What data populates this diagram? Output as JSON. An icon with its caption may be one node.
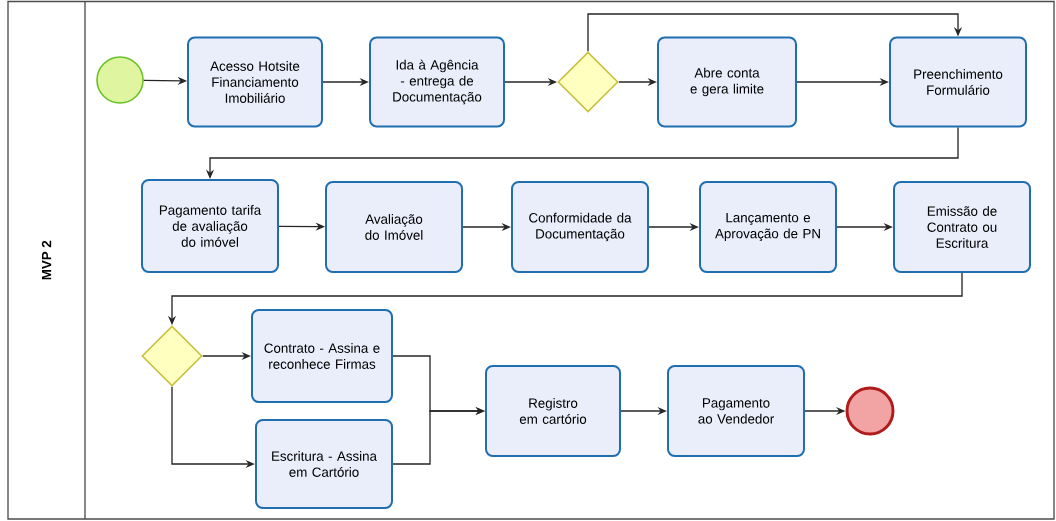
{
  "diagram": {
    "nodes": [
      {
        "text": [
          "MVP 2"
        ]
      },
      {
        "text": [],
        "shape": "circle",
        "in": 0
      },
      {
        "text": [
          "Acesso Hotsite Financiamento Imobiliário"
        ],
        "in": 0
      },
      {
        "text": [
          "Ida à Agência - entrega de Documentação"
        ],
        "in": 0
      },
      {
        "text": [],
        "shape": "diamond",
        "in": 0
      },
      {
        "text": [
          "Abre conta e gera limite"
        ],
        "in": 0
      },
      {
        "text": [
          "Preenchimento Formulário"
        ],
        "in": 0
      },
      {
        "text": [
          "Pagamento tarifa de avaliação do imóvel"
        ],
        "in": 0
      },
      {
        "text": [
          "Avaliação do Imóvel"
        ],
        "in": 0
      },
      {
        "text": [
          "Conformidade da Documentação"
        ],
        "in": 0
      },
      {
        "text": [
          "Lançamento e Aprovação de PN"
        ],
        "in": 0
      },
      {
        "text": [
          "Emissão de Contrato ou Escritura"
        ],
        "in": 0
      },
      {
        "text": [],
        "shape": "diamond",
        "in": 0
      },
      {
        "text": [
          "Contrato - Assina e reconhece Firmas"
        ],
        "in": 0
      },
      {
        "text": [
          "Escritura - Assina em Cartório"
        ],
        "in": 0
      },
      {
        "text": [
          "Registro em cartório"
        ],
        "in": 0
      },
      {
        "text": [
          "Pagamento ao Vendedor"
        ],
        "in": 0
      },
      {
        "text": [],
        "shape": "circle",
        "in": 0
      }
    ],
    "edges": [
      {
        "from": 1,
        "to": 2,
        "arrow": "to"
      },
      {
        "from": 2,
        "to": 3,
        "arrow": "to"
      },
      {
        "from": 3,
        "to": 4,
        "arrow": "to"
      },
      {
        "from": 4,
        "to": 5,
        "arrow": "to"
      },
      {
        "from": 4,
        "to": 6,
        "arrow": "to"
      },
      {
        "from": 5,
        "to": 6,
        "arrow": "to"
      },
      {
        "from": 6,
        "to": 7,
        "arrow": "to"
      },
      {
        "from": 7,
        "to": 8,
        "arrow": "to"
      },
      {
        "from": 8,
        "to": 9,
        "arrow": "to"
      },
      {
        "from": 9,
        "to": 10,
        "arrow": "to"
      },
      {
        "from": 10,
        "to": 11,
        "arrow": "to"
      },
      {
        "from": 11,
        "to": 12,
        "arrow": "to"
      },
      {
        "from": 12,
        "to": 13,
        "arrow": "to"
      },
      {
        "from": 12,
        "to": 14,
        "arrow": "to"
      },
      {
        "from": 13,
        "to": 15,
        "arrow": "to"
      },
      {
        "from": 14,
        "to": 15,
        "arrow": "to"
      },
      {
        "from": 15,
        "to": 16,
        "arrow": "to"
      },
      {
        "from": 16,
        "to": 17,
        "arrow": "to"
      }
    ]
  }
}
